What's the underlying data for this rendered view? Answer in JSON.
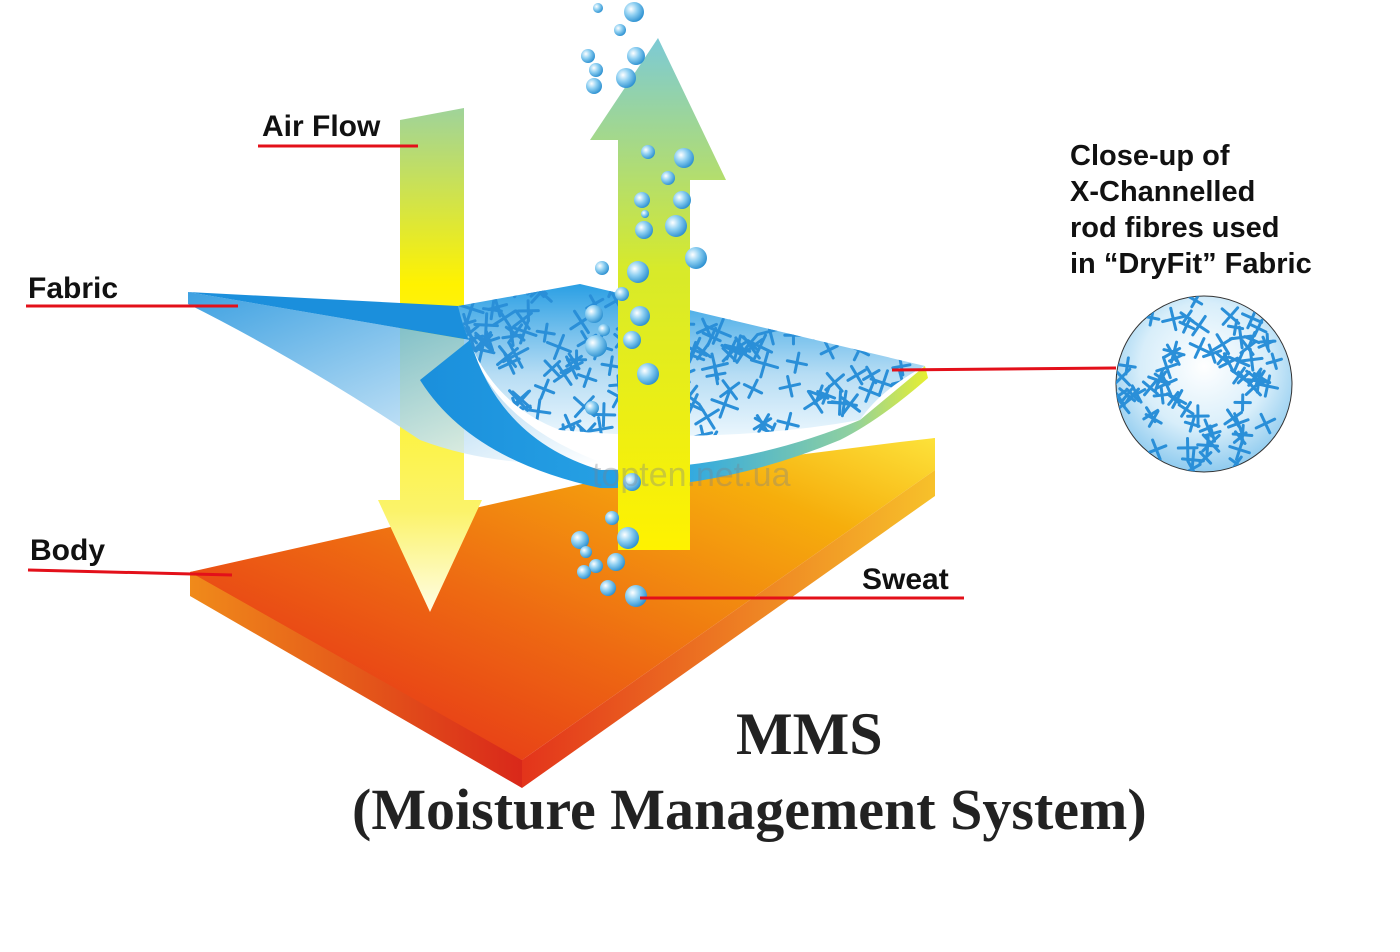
{
  "labels": {
    "air_flow": "Air Flow",
    "fabric": "Fabric",
    "body": "Body",
    "sweat": "Sweat"
  },
  "closeup": {
    "lines": [
      "Close-up of",
      "X-Channelled",
      "rod fibres used",
      "in “DryFit” Fabric"
    ]
  },
  "title": "MMS",
  "subtitle": "(Moisture Management System)",
  "watermark": "topten.net.ua",
  "colors": {
    "leader_line": "#e3101a",
    "body_red": "#e52a1a",
    "body_orange": "#f49a12",
    "fabric_blue": "#1e9be0",
    "fabric_light": "#bfe3f7",
    "fiber_blue": "#2a8fd8",
    "arrow_yellow": "#ffee00",
    "arrow_green": "#8fcf8f",
    "bubble_blue": "#4aa8e0"
  }
}
